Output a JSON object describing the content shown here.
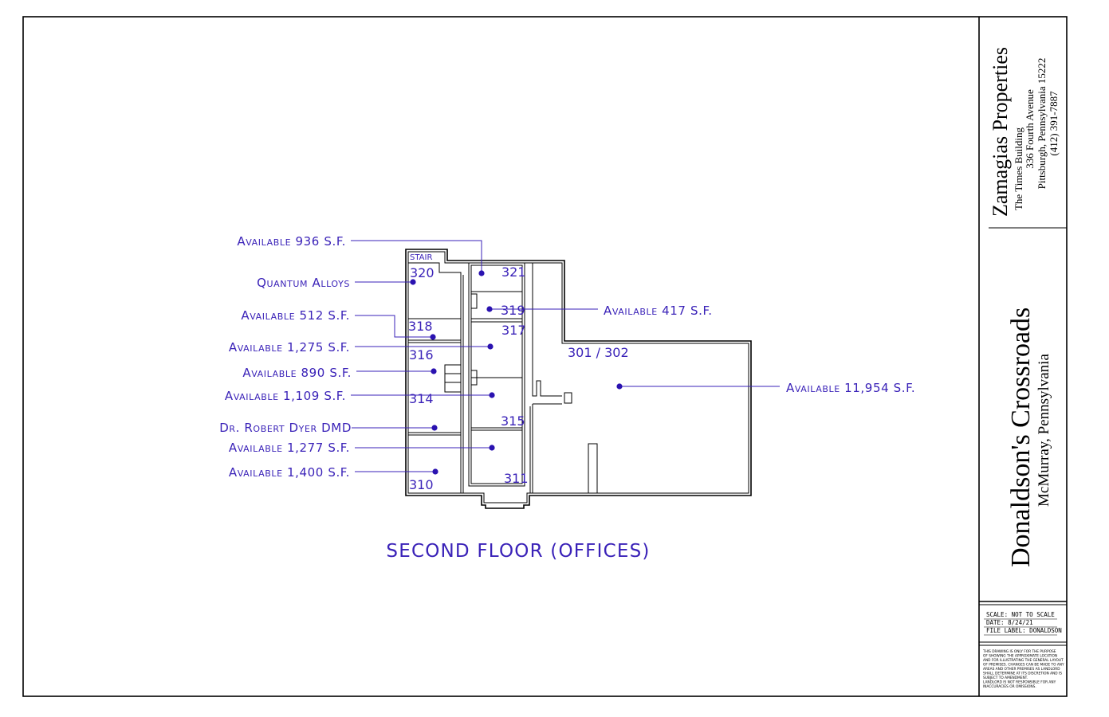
{
  "title_block": {
    "company": "Zamagias Properties",
    "company_lines": [
      "The Times Building",
      "336 Fourth Avenue",
      "Pittsburgh, Pennsylvania 15222",
      "(412) 391-7887"
    ],
    "property_name": "Donaldson's Crossroads",
    "property_location": "McMurray, Pennsylvania",
    "scale": "SCALE:  NOT TO SCALE",
    "date": "DATE:   8/24/21",
    "file_label": "FILE LABEL:  DONALDSON",
    "disclaimer_lines": [
      "THIS DRAWING IS ONLY FOR THE PURPOSE",
      "OF SHOWING THE APPROXIMATE LOCATION",
      "AND FOR ILLUSTRATING THE GENERAL LAYOUT",
      "OF PREMISES.  CHANGES CAN BE MADE TO ANY",
      "AREAS AND OTHER PREMISES AS LANDLORD",
      "SHALL DETERMINE AT ITS DISCRETION AND IS",
      "SUBJECT TO AMENDMENT.",
      "LANDLORD IS NOT RESPONSIBLE FOR ANY",
      "INACCURACIES OR OMISSIONS."
    ]
  },
  "floor_title": "SECOND FLOOR (OFFICES)",
  "stair_label": "STAIR",
  "units": [
    "320",
    "321",
    "319",
    "318",
    "317",
    "316",
    "314",
    "315",
    "310",
    "311",
    "301 / 302"
  ],
  "callouts": [
    {
      "id": "320-top",
      "text": "Available 936 S.F."
    },
    {
      "id": "320",
      "text": "Quantum Alloys"
    },
    {
      "id": "318",
      "text": "Available 512 S.F."
    },
    {
      "id": "317",
      "text": "Available 1,275 S.F."
    },
    {
      "id": "316",
      "text": "Available 890 S.F."
    },
    {
      "id": "314",
      "text": "Available 1,109 S.F."
    },
    {
      "id": "dyer",
      "text": "Dr. Robert Dyer DMD"
    },
    {
      "id": "311",
      "text": "Available 1,277 S.F."
    },
    {
      "id": "310",
      "text": "Available 1,400 S.F."
    },
    {
      "id": "319",
      "text": "Available 417 S.F."
    },
    {
      "id": "301",
      "text": "Available 11,954 S.F."
    }
  ],
  "colors": {
    "annotation": "#3a22b8",
    "walls": "#000000",
    "border": "#000000"
  }
}
